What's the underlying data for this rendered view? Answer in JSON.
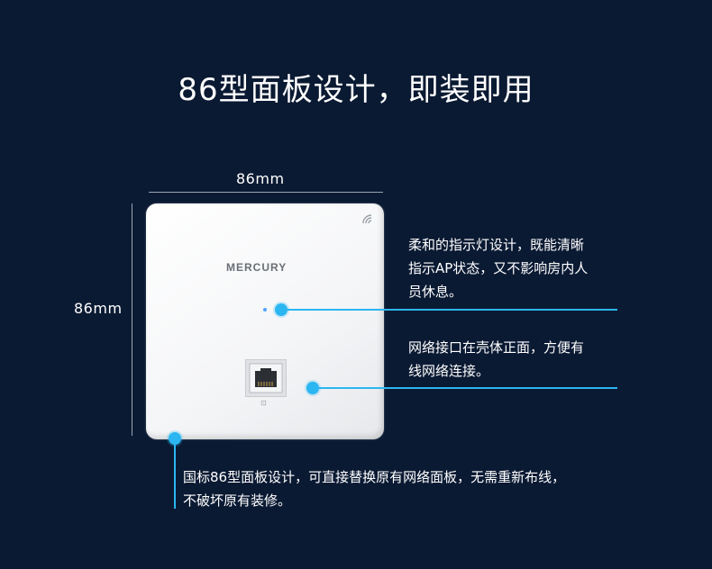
{
  "title": "86型面板设计，即装即用",
  "dimensions": {
    "width_label": "86mm",
    "height_label": "86mm"
  },
  "device": {
    "brand": "MERCURY",
    "port_label": "⊡"
  },
  "callouts": {
    "indicator": [
      "柔和的指示灯设计，既能清晰",
      "指示AP状态，又不影响房内人",
      "员休息。"
    ],
    "port": [
      "网络接口在壳体正面，方便有",
      "线网络连接。"
    ],
    "standard": [
      "国标86型面板设计，可直接替换原有网络面板，无需重新布线，",
      "不破坏原有装修。"
    ]
  },
  "colors": {
    "background": "#0b1a33",
    "accent": "#2bb6f2"
  },
  "icons": [
    "wifi-signal-icon",
    "ethernet-port-icon"
  ]
}
